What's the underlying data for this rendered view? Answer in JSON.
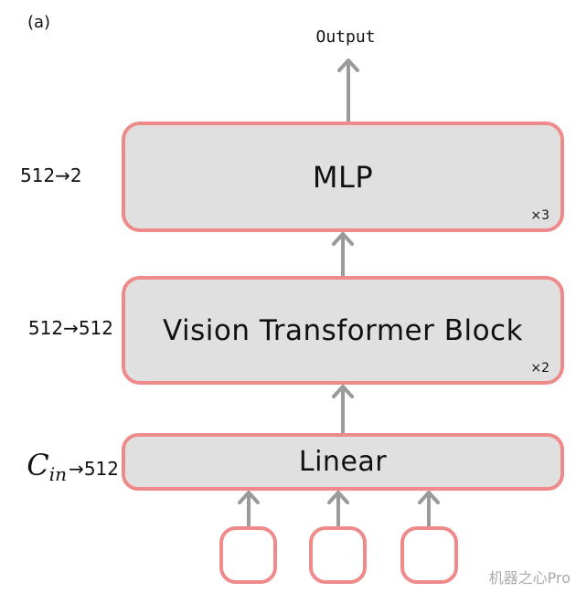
{
  "panel_label": "(a)",
  "output_label": "Output",
  "blocks": {
    "mlp": {
      "label": "MLP",
      "repeat": "×3",
      "dims": "512→2"
    },
    "vit": {
      "label": "Vision Transformer Block",
      "repeat": "×2",
      "dims": "512→512"
    },
    "linear": {
      "label": "Linear",
      "dims_symbol": "C",
      "dims_subscript": "in",
      "dims_rest": "→512"
    }
  },
  "inputs_count": 3,
  "watermark": "机器之心Pro",
  "colors": {
    "block_fill": "#e0e0e0",
    "block_border": "#ef8a8a",
    "arrow": "#9a9a9a"
  }
}
